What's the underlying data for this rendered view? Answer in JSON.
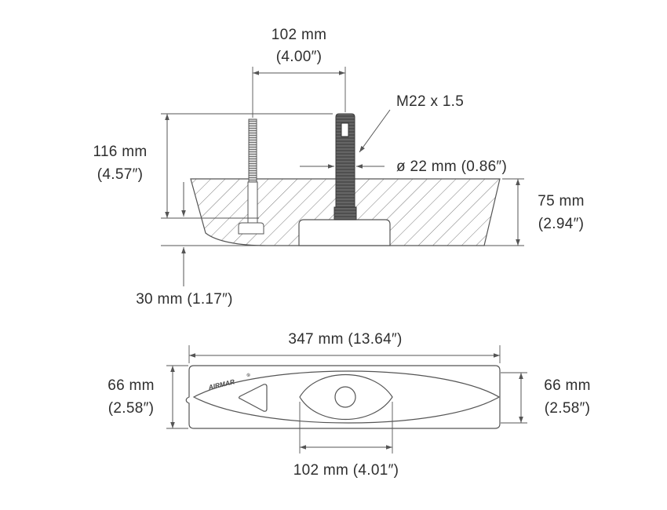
{
  "top": {
    "dim_102": {
      "mm": "102 mm",
      "inch": "(4.00″)"
    },
    "thread_label": "M22 x 1.5",
    "dim_116": {
      "mm": "116 mm",
      "inch": "(4.57″)"
    },
    "diameter_label": "ø 22 mm (0.86″)",
    "dim_75": {
      "mm": "75 mm",
      "inch": "(2.94″)"
    },
    "dim_30": "30 mm (1.17″)"
  },
  "bottom": {
    "dim_347": "347 mm (13.64″)",
    "dim_66_left": {
      "mm": "66 mm",
      "inch": "(2.58″)"
    },
    "dim_66_right": {
      "mm": "66 mm",
      "inch": "(2.58″)"
    },
    "dim_102": "102 mm (4.01″)",
    "logo": {
      "text": "AIRMAR",
      "mark": "®"
    }
  },
  "colors": {
    "line": "#555555",
    "text": "#2e2e2e",
    "stem": "#4f4f4f",
    "hatch": "#7a7a7a"
  }
}
